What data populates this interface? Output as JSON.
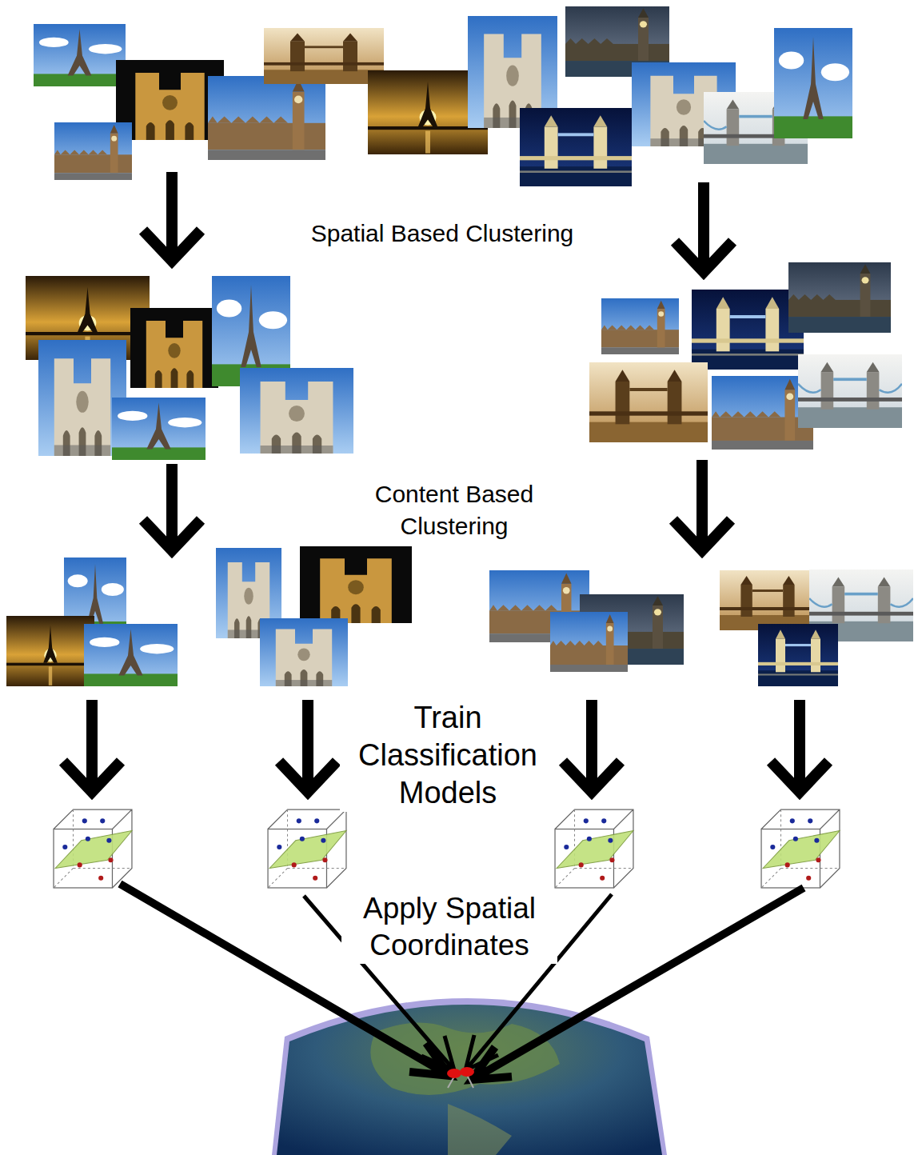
{
  "diagram": {
    "labels": [
      "Spatial Based Clustering",
      "Content Based Clustering",
      "Train Classification Models",
      "Apply Spatial Coordinates"
    ]
  }
}
